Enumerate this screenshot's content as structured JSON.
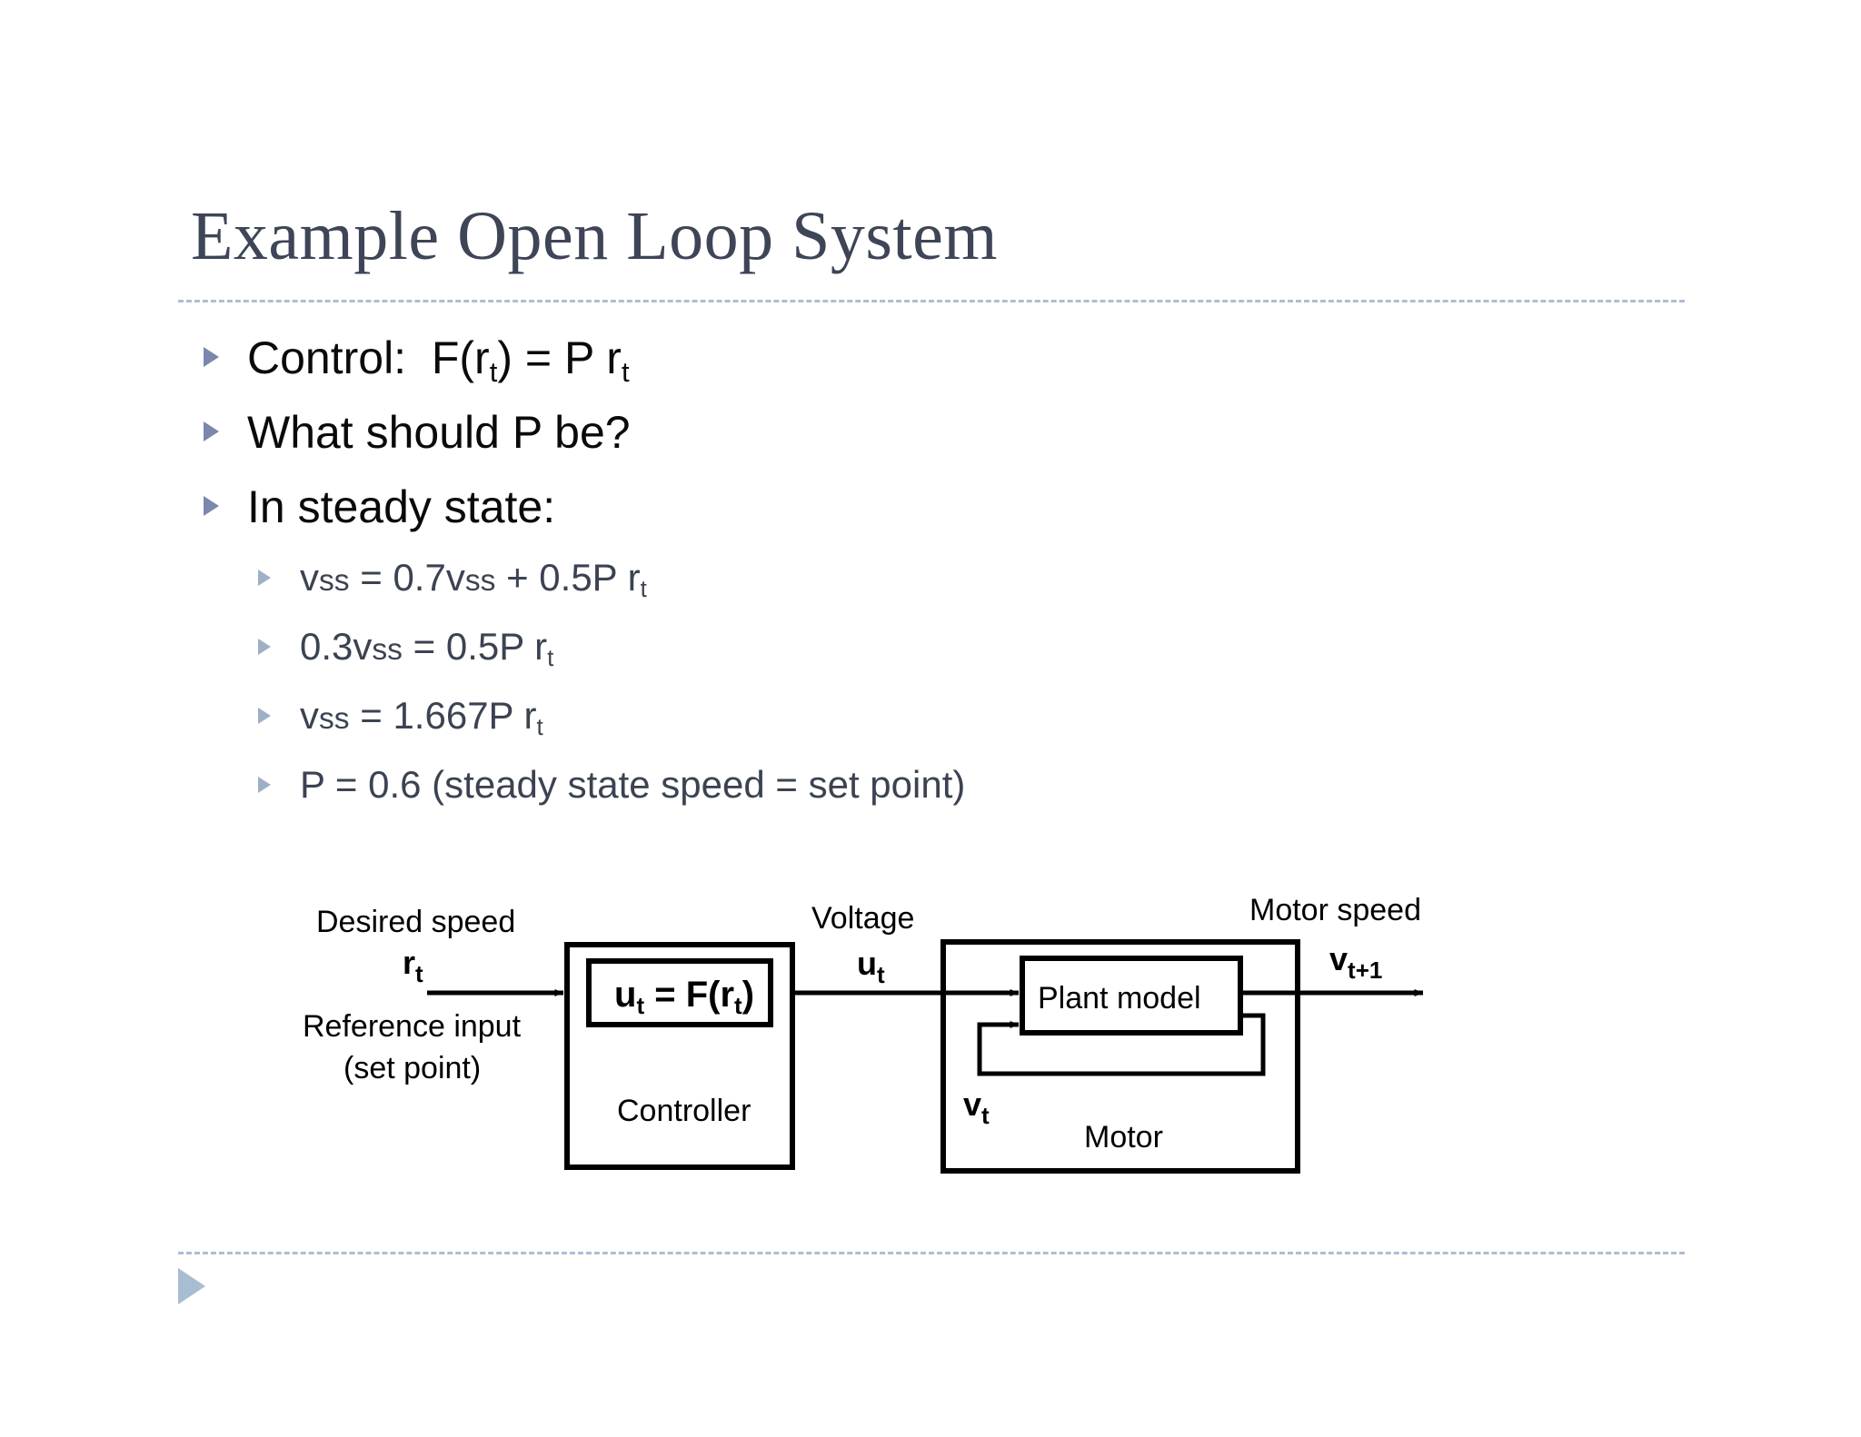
{
  "slide": {
    "title": "Example Open Loop System",
    "title_color": "#3d4556",
    "accent_color": "#a9bdd2",
    "divider_color": "#aebdd1",
    "background": "#ffffff"
  },
  "bullets": {
    "level1": [
      {
        "marker": "triangle-bullet",
        "segments": [
          {
            "text": "Control:  F(r",
            "style": "normal"
          },
          {
            "text": "t",
            "style": "sub"
          },
          {
            "text": ") = P r",
            "style": "normal"
          },
          {
            "text": "t",
            "style": "sub"
          }
        ],
        "plain": "Control:  F(rt) = P rt"
      },
      {
        "marker": "triangle-bullet",
        "segments": [
          {
            "text": "What should P be?",
            "style": "normal"
          }
        ],
        "plain": "What should P be?"
      },
      {
        "marker": "triangle-bullet",
        "segments": [
          {
            "text": "In steady state:",
            "style": "normal"
          }
        ],
        "plain": "In steady state:"
      }
    ],
    "level2": [
      {
        "marker": "triangle-bullet-small",
        "plain": "vss = 0.7vss + 0.5P rt"
      },
      {
        "marker": "triangle-bullet-small",
        "plain": "0.3vss = 0.5P rt"
      },
      {
        "marker": "triangle-bullet-small",
        "plain": "vss = 1.667P rt"
      },
      {
        "marker": "triangle-bullet-small",
        "plain": "P = 0.6  (steady state speed = set point)"
      }
    ]
  },
  "diagram": {
    "name": "open-loop-control-block-diagram",
    "labels": {
      "desired_speed": "Desired speed",
      "reference_input": "Reference input",
      "set_point": "(set point)",
      "voltage": "Voltage",
      "motor_speed": "Motor speed",
      "controller": "Controller",
      "motor": "Motor",
      "plant_model": "Plant model"
    },
    "signals": {
      "input": "r",
      "input_sub": "t",
      "control": "u",
      "control_sub": "t",
      "state": "v",
      "state_sub": "t",
      "output": "v",
      "output_sub": "t+1"
    },
    "equation": {
      "lhs": "u",
      "lhs_sub": "t",
      "op": " = F(r",
      "rhs_sub": "t",
      "close": ")",
      "plain": "ut = F(rt)"
    }
  }
}
